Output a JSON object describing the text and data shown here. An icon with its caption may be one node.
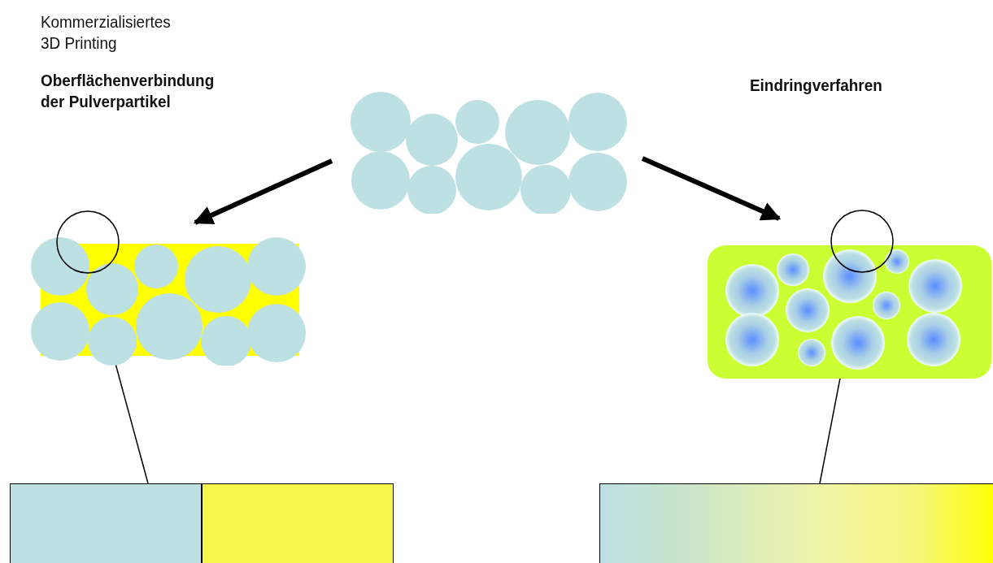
{
  "diagram": {
    "nodes": [
      {
        "text": [],
        "shape": "picture"
      },
      {
        "text": [],
        "shape": "picture"
      },
      {
        "text": [],
        "shape": "picture"
      },
      {
        "text": [],
        "shape": "circle"
      },
      {
        "text": [],
        "shape": "box"
      },
      {
        "text": [],
        "shape": "circle"
      },
      {
        "text": [],
        "shape": "box"
      }
    ],
    "edges": [
      {
        "from": 0,
        "to": 1,
        "arrow": "to",
        "style": "thick"
      },
      {
        "from": 0,
        "to": 2,
        "arrow": "to",
        "style": "thick"
      },
      {
        "from": 3,
        "to": 4,
        "arrow": "none"
      },
      {
        "from": 5,
        "to": 6,
        "arrow": "none"
      }
    ],
    "labels": [
      "Kommerzialisiertes 3D Printing",
      "Oberflächenverbindung der Pulverpartikel",
      "Eindringverfahren"
    ]
  }
}
